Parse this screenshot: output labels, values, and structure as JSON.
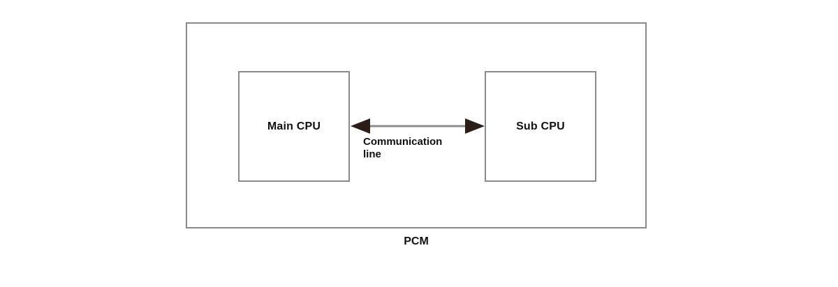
{
  "diagram": {
    "title": "PCM",
    "enclosure": {
      "name": "PCM",
      "caption": "PCM"
    },
    "blocks": [
      {
        "id": "main-cpu",
        "label": "Main CPU"
      },
      {
        "id": "sub-cpu",
        "label": "Sub CPU"
      }
    ],
    "connector": {
      "type": "bidirectional-arrow",
      "caption_line_1": "Communication",
      "caption_line_2": "line",
      "from": "Main CPU",
      "to": "Sub CPU"
    },
    "colors": {
      "box_border": "#8a8a8a",
      "arrow_line": "#8c8c8c",
      "arrow_head": "#2b1d18",
      "text": "#111111",
      "background": "#ffffff"
    }
  }
}
